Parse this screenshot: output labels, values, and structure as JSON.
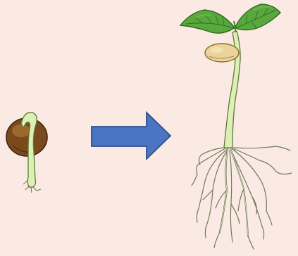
{
  "diagram": {
    "stages": [
      {
        "name": "germinating-seed"
      },
      {
        "name": "seedling"
      }
    ],
    "connector": "right-arrow"
  },
  "colors": {
    "background": "#fbeae4",
    "seed_coat": "#7a4a1c",
    "seed_highlight": "#b9823e",
    "stem": "#dcefb4",
    "stem_outline": "#5e7a3a",
    "leaf": "#58a83c",
    "leaf_dark": "#2f6b23",
    "cotyledon": "#ebd49c",
    "root": "#e8efd0",
    "root_outline": "#6d7a58",
    "arrow_fill": "#4a74c4",
    "arrow_stroke": "#2d4f8f"
  }
}
